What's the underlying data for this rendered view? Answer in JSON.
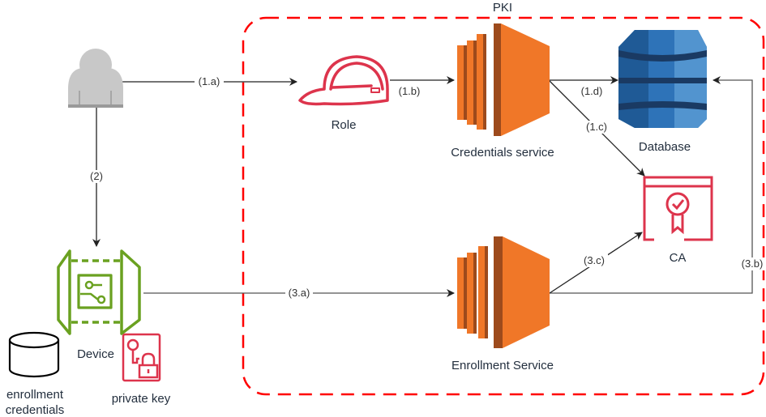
{
  "diagram": {
    "title": "PKI",
    "colors": {
      "boundary": "#ff0000",
      "compute_orange": "#f07728",
      "compute_dark": "#9d4a1c",
      "database_blue": "#2e73b8",
      "database_dark": "#1a3a63",
      "security_red": "#dd344c",
      "iot_green": "#6aa120",
      "user_gray": "#c8c8c8",
      "connector": "#222222"
    },
    "nodes": {
      "user": {
        "label": "",
        "icon": "user-icon"
      },
      "role": {
        "label": "Role",
        "icon": "hard-hat-icon"
      },
      "credentials_service": {
        "label": "Credentials service",
        "icon": "ec2-compute-icon"
      },
      "database": {
        "label": "Database",
        "icon": "dynamodb-database-icon"
      },
      "ca": {
        "label": "CA",
        "icon": "certificate-authority-icon"
      },
      "enrollment_service": {
        "label": "Enrollment Service",
        "icon": "ec2-compute-icon"
      },
      "device": {
        "label": "Device",
        "icon": "iot-device-icon"
      },
      "private_key": {
        "label": "private key",
        "icon": "key-lock-icon"
      },
      "enrollment_credentials": {
        "label_line1": "enrollment",
        "label_line2": "credentials",
        "icon": "cylinder-storage-icon"
      }
    },
    "edges": [
      {
        "id": "1a",
        "label": "(1.a)",
        "from": "user",
        "to": "role"
      },
      {
        "id": "1b",
        "label": "(1.b)",
        "from": "role",
        "to": "credentials_service"
      },
      {
        "id": "1c",
        "label": "(1.c)",
        "from": "credentials_service",
        "to": "ca"
      },
      {
        "id": "1d",
        "label": "(1.d)",
        "from": "credentials_service",
        "to": "database"
      },
      {
        "id": "2",
        "label": "(2)",
        "from": "user",
        "to": "device"
      },
      {
        "id": "3a",
        "label": "(3.a)",
        "from": "device",
        "to": "enrollment_service"
      },
      {
        "id": "3b",
        "label": "(3.b)",
        "from": "enrollment_service",
        "to": "database"
      },
      {
        "id": "3c",
        "label": "(3.c)",
        "from": "enrollment_service",
        "to": "ca"
      }
    ]
  }
}
